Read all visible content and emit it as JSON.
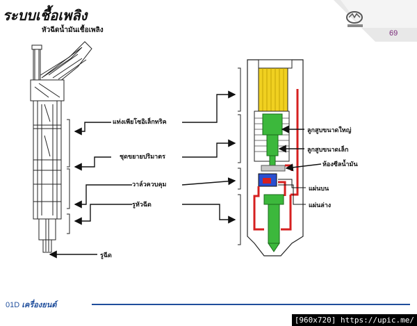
{
  "header": {
    "title": "ระบบเชื้อเพลิง",
    "subtitle": "หัวฉีดน้ำมันเชื้อเพลิง",
    "page_number": "69",
    "logo": "mazda-logo"
  },
  "labels_left": {
    "solenoid": "แท่งเพียโซอิเล็กทริค",
    "amplifier": "ชุดขยายปริมาตร",
    "control_valve": "วาล์วควบคุม",
    "nozzle": "รูหัวฉีด",
    "injection_hole": "รูฉีด"
  },
  "labels_right": {
    "large_piston": "ลูกสูบขนาดใหญ่",
    "small_piston": "ลูกสูบขนาดเล็ก",
    "oil_chamber": "ห้องซีลน้ำมัน",
    "upper_plate": "แผ่นบน",
    "lower_plate": "แผ่นล่าง"
  },
  "footer": {
    "code": "01D",
    "section": "เครื่องยนต์"
  },
  "watermark": "[960x720] https://upic.me/",
  "colors": {
    "footer_blue": "#1f4e9c",
    "oil_red": "#d62020",
    "piston_green": "#3cb83c",
    "solenoid_yellow": "#f0d020"
  }
}
